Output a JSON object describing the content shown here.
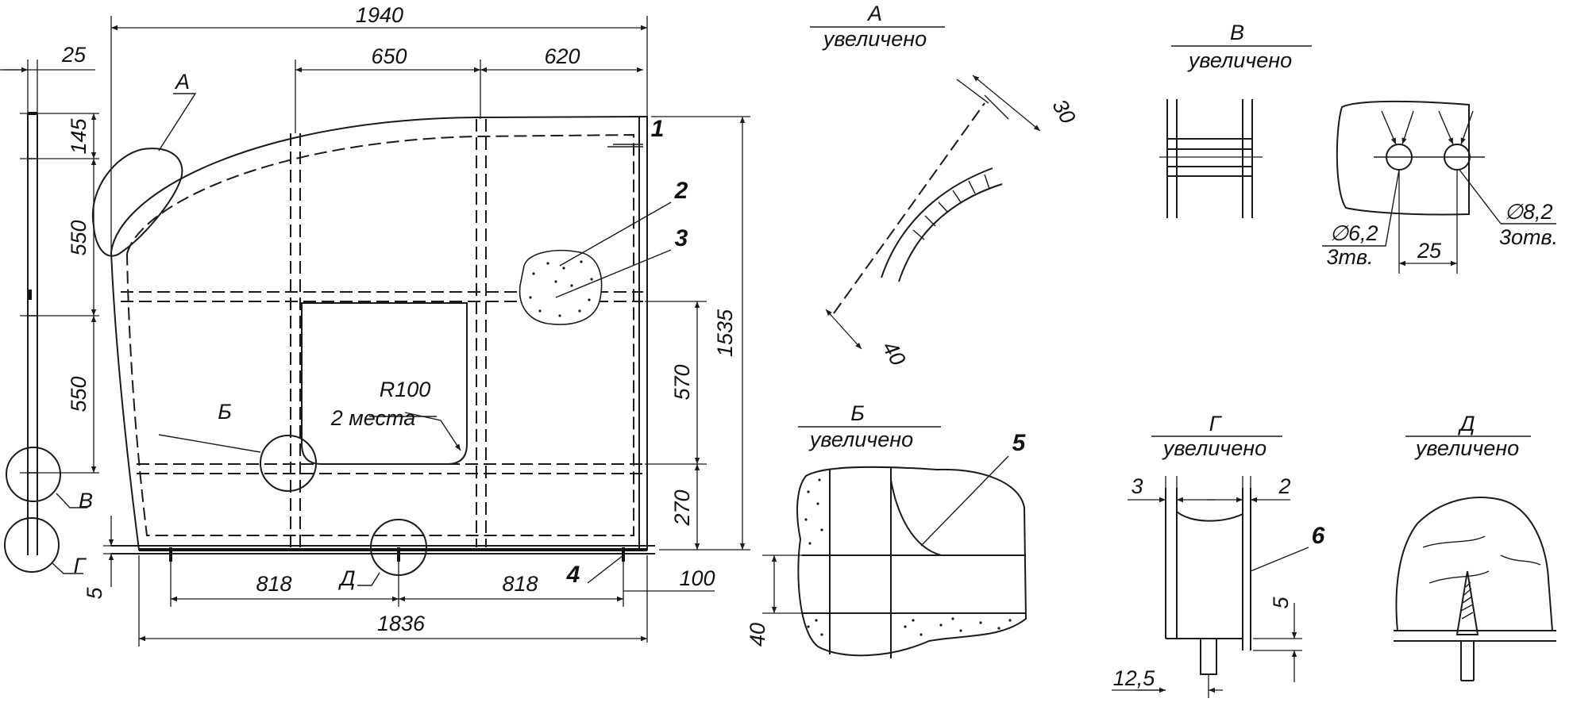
{
  "main_view": {
    "dim_overall_width": "1940",
    "dim_top_left": "650",
    "dim_top_right": "620",
    "dim_left_offset": "25",
    "dim_height": "1535",
    "dim_left_145": "145",
    "dim_left_550_a": "550",
    "dim_left_550_b": "550",
    "dim_right_570": "570",
    "dim_right_270": "270",
    "dim_bottom_818_a": "818",
    "dim_bottom_818_b": "818",
    "dim_bottom_100": "100",
    "dim_bottom_1836": "1836",
    "dim_bottom_5": "5",
    "radius_label": "R100",
    "radius_note": "2 места",
    "callout_A": "А",
    "callout_B_cyr": "Б",
    "callout_V": "В",
    "callout_G": "Г",
    "callout_D": "Д",
    "part_1": "1",
    "part_2": "2",
    "part_3": "3",
    "part_4": "4"
  },
  "detail_A": {
    "title": "А",
    "subtitle": "увеличено",
    "dim_30": "30",
    "dim_40": "40"
  },
  "detail_V": {
    "title": "В",
    "subtitle": "увеличено",
    "hole_left_dia": "∅6,2",
    "hole_left_count": "3тв.",
    "hole_right_dia": "∅8,2",
    "hole_right_count": "3отв.",
    "dim_25": "25"
  },
  "detail_B": {
    "title": "Б",
    "subtitle": "увеличено",
    "part_5": "5",
    "dim_40": "40"
  },
  "detail_G": {
    "title": "Г",
    "subtitle": "увеличено",
    "dim_3": "3",
    "dim_2": "2",
    "part_6": "6",
    "dim_5": "5",
    "dim_12_5": "12,5"
  },
  "detail_D": {
    "title": "Д",
    "subtitle": "увеличено"
  }
}
